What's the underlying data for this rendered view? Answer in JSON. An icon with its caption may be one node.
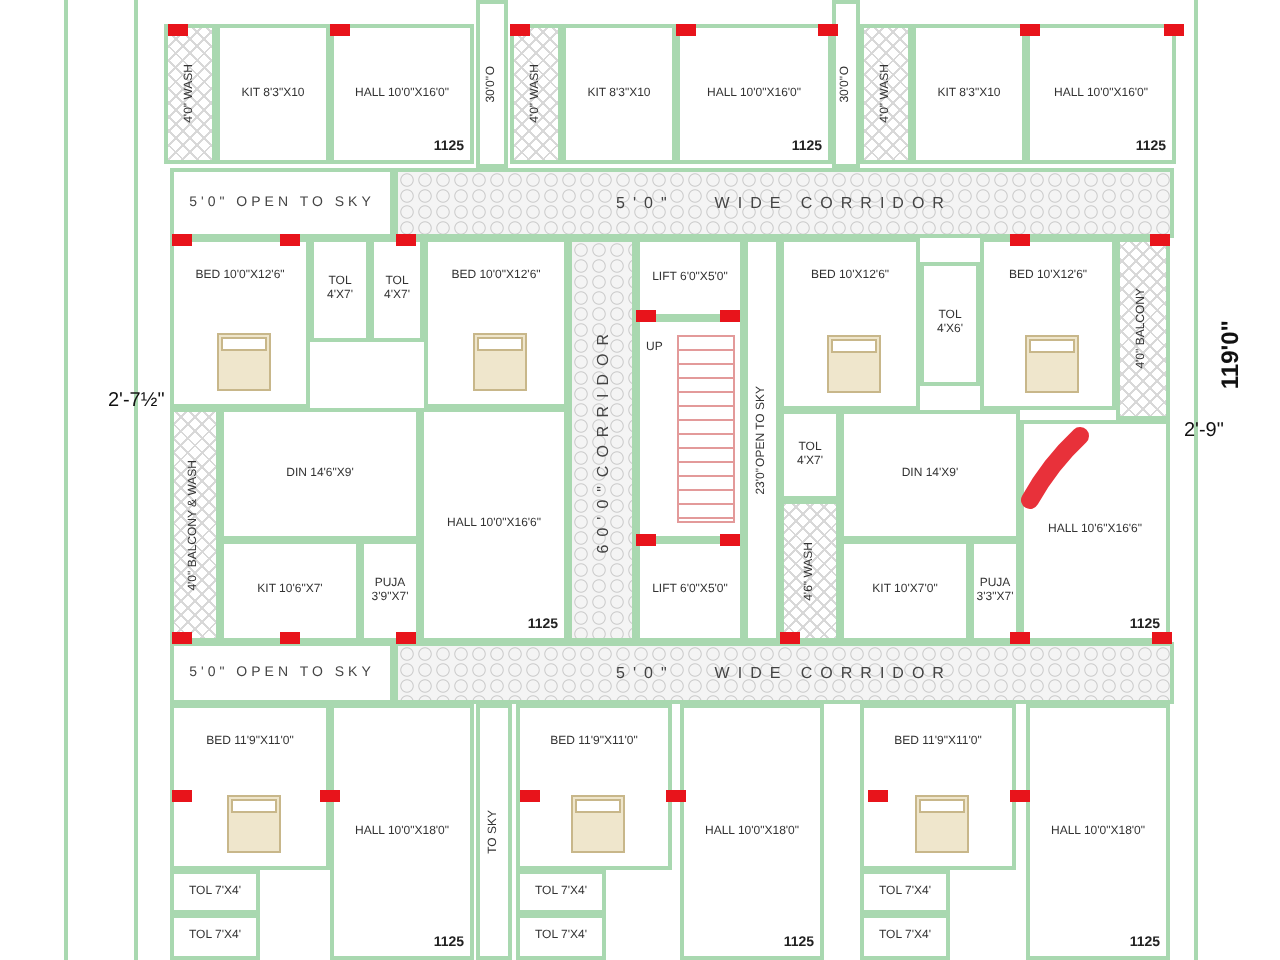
{
  "diagram": {
    "nodes": [
      {
        "text": [
          "4'0\" WASH"
        ]
      },
      {
        "text": [
          "KIT 8'3\"X10"
        ]
      },
      {
        "text": [
          "HALL 10'0\"X16'0\"",
          "1125"
        ]
      },
      {
        "text": [
          "30'0\"",
          "O"
        ]
      },
      {
        "text": [
          "4'0\" WASH"
        ]
      },
      {
        "text": [
          "KIT 8'3\"X10"
        ]
      },
      {
        "text": [
          "HALL 10'0\"X16'0\"",
          "1125"
        ]
      },
      {
        "text": [
          "30'0\"",
          "O"
        ]
      },
      {
        "text": [
          "4'0\" WASH"
        ]
      },
      {
        "text": [
          "KIT 8'3\"X10"
        ]
      },
      {
        "text": [
          "HALL 10'0\"X16'0\"",
          "1125"
        ]
      },
      {
        "text": [
          "5'0\" OPEN TO SKY"
        ]
      },
      {
        "text": [
          "5'0\"",
          "WIDE CORRIDOR"
        ]
      },
      {
        "text": [
          "BED 10'0\"X12'6\""
        ]
      },
      {
        "text": [
          "TOL 4'X7'"
        ]
      },
      {
        "text": [
          "TOL 4'X7'"
        ]
      },
      {
        "text": [
          "BED 10'0\"X12'6\""
        ]
      },
      {
        "text": [
          "4'0\" BALCONY & WASH"
        ]
      },
      {
        "text": [
          "DIN 14'6\"X9'"
        ]
      },
      {
        "text": [
          "HALL 10'0\"X16'6\"",
          "1125"
        ]
      },
      {
        "text": [
          "KIT 10'6\"X7'"
        ]
      },
      {
        "text": [
          "PUJA 3'9\"X7'"
        ]
      },
      {
        "text": [
          "60'0\"",
          "CORRIDOR"
        ]
      },
      {
        "text": [
          "LIFT 6'0\"X5'0\""
        ]
      },
      {
        "text": [
          "UP"
        ]
      },
      {
        "text": [
          "LIFT 6'0\"X5'0\""
        ]
      },
      {
        "text": [
          "23'0\"",
          "OPEN TO SKY"
        ]
      },
      {
        "text": [
          "BED 10'X12'6\""
        ]
      },
      {
        "text": [
          "TOL 4'X6'"
        ]
      },
      {
        "text": [
          "BED 10'X12'6\""
        ]
      },
      {
        "text": [
          "4'0\" BALCONY"
        ]
      },
      {
        "text": [
          "TOL 4'X7'"
        ]
      },
      {
        "text": [
          "4'6\" WASH"
        ]
      },
      {
        "text": [
          "DIN 14'X9'"
        ]
      },
      {
        "text": [
          "HALL 10'6\"X16'6\"",
          "1125"
        ]
      },
      {
        "text": [
          "KIT 10'X7'0\""
        ]
      },
      {
        "text": [
          "PUJA 3'3\"X7'"
        ]
      },
      {
        "text": [
          "5'0\" OPEN TO SKY"
        ]
      },
      {
        "text": [
          "5'0\"",
          "WIDE CORRIDOR"
        ]
      },
      {
        "text": [
          "BED 11'9\"X11'0\""
        ]
      },
      {
        "text": [
          "HALL 10'0\"X18'0\"",
          "1125"
        ]
      },
      {
        "text": [
          "TOL 7'X4'"
        ]
      },
      {
        "text": [
          "TOL 7'X4'"
        ]
      },
      {
        "text": [
          "TO SKY"
        ]
      },
      {
        "text": [
          "BED 11'9\"X11'0\""
        ]
      },
      {
        "text": [
          "TOL 7'X4'"
        ]
      },
      {
        "text": [
          "TOL 7'X4'"
        ]
      },
      {
        "text": [
          "HALL 10'0\"X18'0\"",
          "1125"
        ]
      },
      {
        "text": [
          "BED 11'9\"X11'0\""
        ]
      },
      {
        "text": [
          "TOL 7'X4'"
        ]
      },
      {
        "text": [
          "TOL 7'X4'"
        ]
      },
      {
        "text": [
          "HALL 10'0\"X18'0\"",
          "1125"
        ]
      }
    ],
    "labels": [
      "2'-7½\"",
      "2'-9\"",
      "119'0\""
    ]
  }
}
